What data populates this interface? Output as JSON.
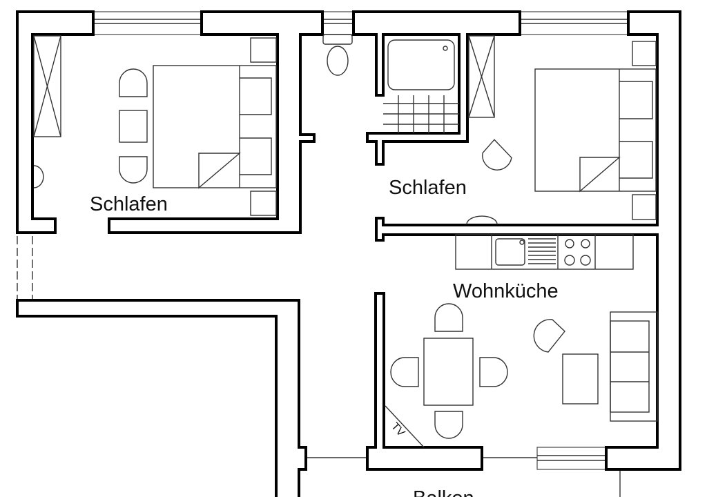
{
  "plan": {
    "rooms": [
      {
        "name": "Schlafen"
      },
      {
        "name": "Schlafen"
      },
      {
        "name": "Wohnküche"
      }
    ],
    "balcony": "Balkon",
    "tv_label": "TV"
  },
  "colors": {
    "wall": "#000000",
    "furniture": "#333333",
    "background": "#ffffff"
  }
}
